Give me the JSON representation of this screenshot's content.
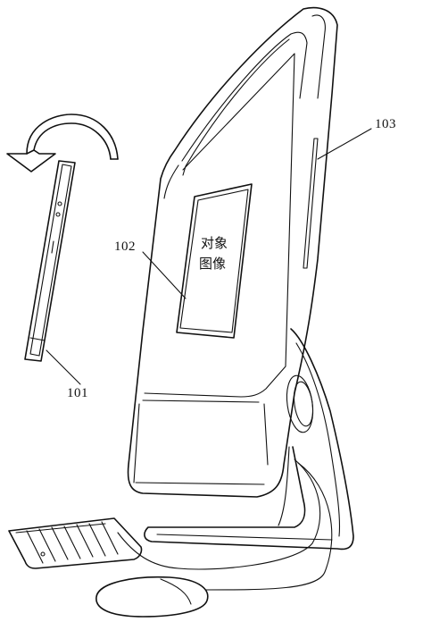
{
  "labels": {
    "device": "101",
    "screen": "102",
    "side_slot": "103"
  },
  "screen_content": {
    "line1": "对象",
    "line2": "图像"
  }
}
